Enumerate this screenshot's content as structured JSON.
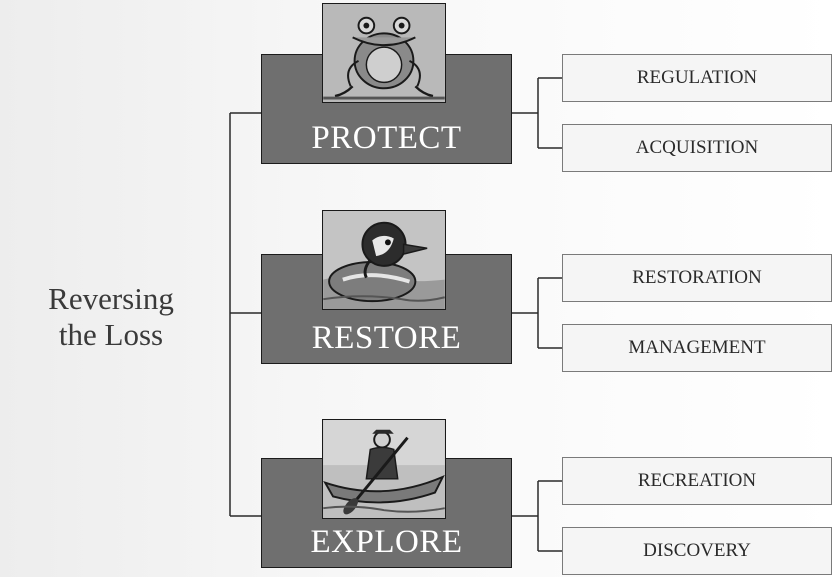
{
  "root": {
    "line1": "Reversing",
    "line2": "the Loss"
  },
  "branches": [
    {
      "label": "PROTECT",
      "icon": "frog-icon",
      "children": [
        "REGULATION",
        "ACQUISITION"
      ]
    },
    {
      "label": "RESTORE",
      "icon": "duck-icon",
      "children": [
        "RESTORATION",
        "MANAGEMENT"
      ]
    },
    {
      "label": "EXPLORE",
      "icon": "canoeist-icon",
      "children": [
        "RECREATION",
        "DISCOVERY"
      ]
    }
  ],
  "colors": {
    "main_box": "#6f6f6f",
    "illustration_bg": "#bdbdbd",
    "sub_box": "#f5f5f5",
    "lines": "#2a2a2a"
  }
}
